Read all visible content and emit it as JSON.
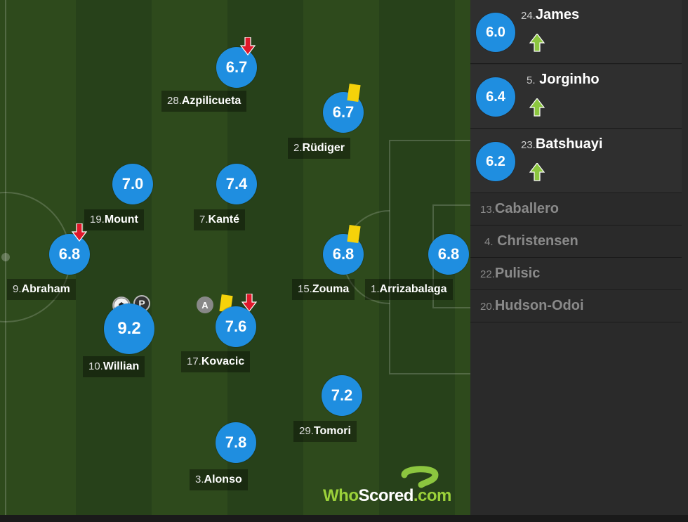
{
  "pitch": {
    "players": [
      {
        "id": "azpilicueta",
        "number": "28.",
        "name": "Azpilicueta",
        "rating": "6.7",
        "subbed_off": true
      },
      {
        "id": "rudiger",
        "number": "2.",
        "name": "Rüdiger",
        "rating": "6.7",
        "yellow_card": true
      },
      {
        "id": "mount",
        "number": "19.",
        "name": "Mount",
        "rating": "7.0"
      },
      {
        "id": "kante",
        "number": "7.",
        "name": "Kanté",
        "rating": "7.4"
      },
      {
        "id": "abraham",
        "number": "9.",
        "name": "Abraham",
        "rating": "6.8",
        "subbed_off": true
      },
      {
        "id": "zouma",
        "number": "15.",
        "name": "Zouma",
        "rating": "6.8",
        "yellow_card": true
      },
      {
        "id": "arrizabalaga",
        "number": "1.",
        "name": "Arrizabalaga",
        "rating": "6.8"
      },
      {
        "id": "willian",
        "number": "10.",
        "name": "Willian",
        "rating": "9.2",
        "goal": true,
        "man_of_match": true,
        "mom_letter": "P"
      },
      {
        "id": "kovacic",
        "number": "17.",
        "name": "Kovacic",
        "rating": "7.6",
        "yellow_card": true,
        "subbed_off": true,
        "assist": true,
        "assist_letter": "A"
      },
      {
        "id": "tomori",
        "number": "29.",
        "name": "Tomori",
        "rating": "7.2"
      },
      {
        "id": "alonso",
        "number": "3.",
        "name": "Alonso",
        "rating": "7.8"
      }
    ]
  },
  "logo": {
    "who": "Who",
    "scored": "Scored",
    "dot_com": ".com"
  },
  "sidebar": {
    "substitutes": [
      {
        "number": "24.",
        "name": "James",
        "rating": "6.0"
      },
      {
        "number": "5.",
        "name": "Jorginho",
        "rating": "6.4"
      },
      {
        "number": "23.",
        "name": "Batshuayi",
        "rating": "6.2"
      }
    ],
    "bench": [
      {
        "number": "13.",
        "name": "Caballero"
      },
      {
        "number": "4.",
        "name": "Christensen"
      },
      {
        "number": "22.",
        "name": "Pulisic"
      },
      {
        "number": "20.",
        "name": "Hudson-Odoi"
      }
    ]
  },
  "colors": {
    "rating_blue": "#1f8ee0",
    "sub_arrow_red": "#e0182a",
    "sub_arrow_green": "#8cc63f",
    "yellow_card": "#f5d20a"
  }
}
